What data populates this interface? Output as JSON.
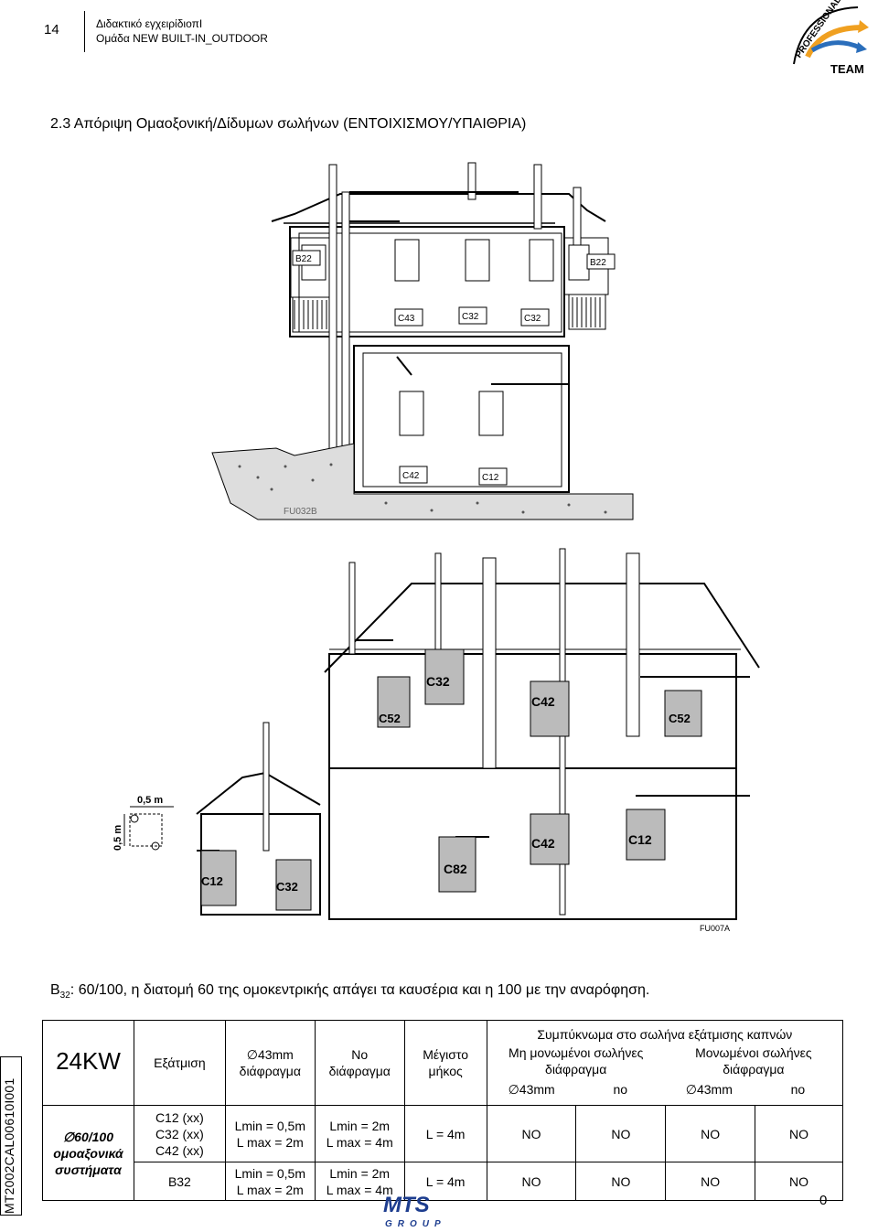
{
  "header": {
    "page_number": "14",
    "line1": "Διδακτικό εγχειρίδιοπΙ",
    "line2": "Ομάδα NEW BUILT-IN_OUTDOOR",
    "logo_top": "PROFESSIONAL",
    "logo_bottom": "TEAM"
  },
  "section_title": "2.3  Απόριψη Ομαοξονική/Δίδυμων σωλήνων (ΕΝΤΟΙΧΙΣΜΟΥ/ΥΠΑΙΘΡΙΑ)",
  "diagram1": {
    "labels": [
      "B22",
      "B22",
      "C43",
      "C32",
      "C32",
      "C42",
      "C12"
    ],
    "code": "FU032B"
  },
  "diagram2": {
    "labels": [
      "C52",
      "C32",
      "C42",
      "C52",
      "C12",
      "C32",
      "C82",
      "C42",
      "C12"
    ],
    "dim_h": "0,5 m",
    "dim_v": "0,5 m",
    "code": "FU007A"
  },
  "caption": {
    "prefix": "B",
    "sub": "32",
    "text": ": 60/100, η διατομή 60 της ομοκεντρικής απάγει τα καυσέρια και η 100 με την αναρόφηση."
  },
  "side_code": "MT2002CAL00610I001",
  "table": {
    "power": "24KW",
    "system_line1": "∅60/100",
    "system_line2": "ομοαξονικά",
    "system_line3": "συστήματα",
    "h_exhaust": "Εξάτμιση",
    "h_43": "∅43mm",
    "h_43_sub": "διάφραγμα",
    "h_no": "Νο",
    "h_no_sub": "διάφραγμα",
    "h_max": "Μέγιστο",
    "h_max_sub": "μήκος",
    "h_cond": "Συμπύκνωμα στο σωλήνα εξάτμισης καπνών",
    "h_uninsul": "Μη μονωμένοι σωλήνες",
    "h_uninsul_sub": "διάφραγμα",
    "h_insul": "Μονωμένοι σωλήνες",
    "h_insul_sub": "διάφραγμα",
    "h_sub43a": "∅43mm",
    "h_subnoa": "no",
    "h_sub43b": "∅43mm",
    "h_subnob": "no",
    "rows": [
      {
        "exhaust": [
          "C12 (xx)",
          "C32 (xx)",
          "C42 (xx)"
        ],
        "d43": [
          "Lmin = 0,5m",
          "L max = 2m"
        ],
        "dno": [
          "Lmin = 2m",
          "L max = 4m"
        ],
        "len": "L = 4m",
        "vals": [
          "ΝΟ",
          "ΝΟ",
          "ΝΟ",
          "ΝΟ"
        ]
      },
      {
        "exhaust": [
          "B32"
        ],
        "d43": [
          "Lmin = 0,5m",
          "L max = 2m"
        ],
        "dno": [
          "Lmin = 2m",
          "L max = 4m"
        ],
        "len": "L = 4m",
        "vals": [
          "ΝΟ",
          "ΝΟ",
          "ΝΟ",
          "ΝΟ"
        ]
      }
    ]
  },
  "footer": {
    "logo_top": "MTS",
    "logo_bottom": "GROUP",
    "page_right": "0"
  }
}
